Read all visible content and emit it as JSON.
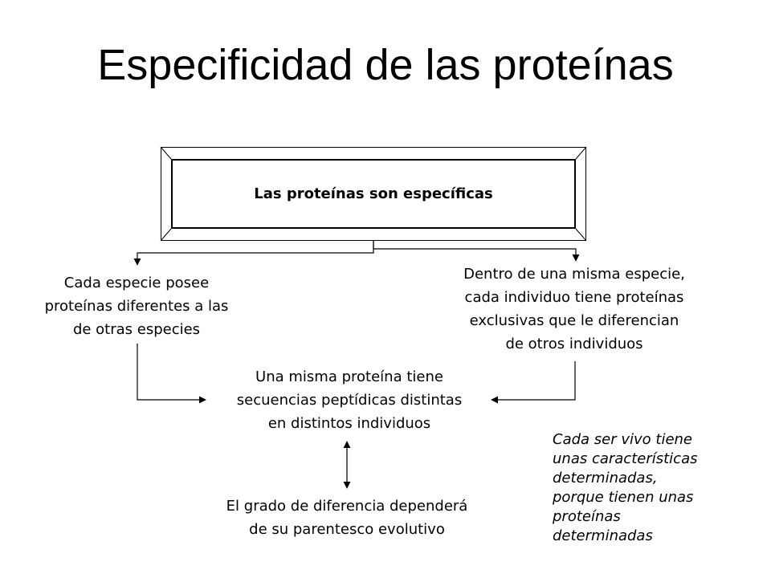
{
  "slide": {
    "title": "Especificidad de las proteínas",
    "root_box": "Las proteínas son específicas",
    "left_branch": "Cada especie posee\nproteínas diferentes a las\nde otras especies",
    "right_branch": "Dentro de una misma especie,\ncada individuo tiene proteínas\nexclusivas que le diferencian\nde otros individuos",
    "center_node": "Una misma proteína tiene\nsecuencias peptídicas distintas\nen distintos individuos",
    "bottom_node": "El grado de diferencia dependerá\nde su parentesco evolutivo",
    "side_note": "Cada ser vivo tiene\nunas características\ndeterminadas,\nporque tienen unas\nproteínas\ndeterminadas"
  },
  "colors": {
    "text": "#000000",
    "background": "#ffffff"
  }
}
